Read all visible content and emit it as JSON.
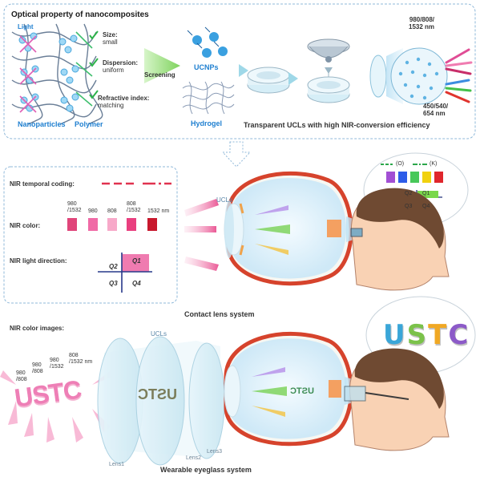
{
  "top_panel": {
    "title": "Optical property of nanocomposites",
    "light": "Light",
    "size_label": "Size:",
    "size_value": "small",
    "dispersion_label": "Dispersion:",
    "dispersion_value": "uniform",
    "refractive_label": "Refractive index:",
    "refractive_value": "matching",
    "nanoparticles": "Nanoparticles",
    "polymer": "Polymer",
    "screening": "Screening",
    "ucnps": "UCNPs",
    "hydrogel": "Hydrogel",
    "transparent_ucls": "Transparent UCLs with high NIR-conversion efficiency",
    "nir_input": "980/808/\n1532 nm",
    "vis_output": "450/540/\n654 nm"
  },
  "contact_panel": {
    "temporal_coding": "NIR temporal coding:",
    "nir_color": "NIR color:",
    "color_swatches": [
      {
        "label": "980\n/1532",
        "color": "#e0457a"
      },
      {
        "label": "980",
        "color": "#f06aa6"
      },
      {
        "label": "808",
        "color": "#f7a9c9"
      },
      {
        "label": "808\n/1532",
        "color": "#e93f7f"
      },
      {
        "label": "1532 nm",
        "color": "#c8182d"
      }
    ],
    "light_direction": "NIR light direction:",
    "quadrants": [
      "Q2",
      "Q1",
      "Q3",
      "Q4"
    ],
    "ucls": "UCLs",
    "caption": "Contact lens system",
    "bubble_o": "(O)",
    "bubble_k": "(K)",
    "bubble_colors": [
      "#a24fd4",
      "#2d5ce8",
      "#48c85a",
      "#f1d10f",
      "#e0262c"
    ],
    "bubble_quadrants": [
      "Q2",
      "Q1",
      "Q3",
      "Q4"
    ]
  },
  "eyeglass_panel": {
    "color_images": "NIR color images:",
    "wavelength_labels": [
      "980\n/808",
      "980\n/808",
      "980\n/1532",
      "808\n/1532 nm"
    ],
    "word": "USTC",
    "ucls": "UCLs",
    "lens1": "Lens1",
    "lens2": "Lens2",
    "lens3": "Lens3",
    "caption": "Wearable eyeglass system",
    "bubble_letters": [
      {
        "char": "U",
        "color": "#3aa6d8"
      },
      {
        "char": "S",
        "color": "#7bc24a"
      },
      {
        "char": "T",
        "color": "#f0a824"
      },
      {
        "char": "C",
        "color": "#8c5ac8"
      }
    ]
  },
  "colors": {
    "accent_blue": "#1e7fd0",
    "nir_pink": "#e8478a",
    "red_arrow": "#e02c43"
  }
}
